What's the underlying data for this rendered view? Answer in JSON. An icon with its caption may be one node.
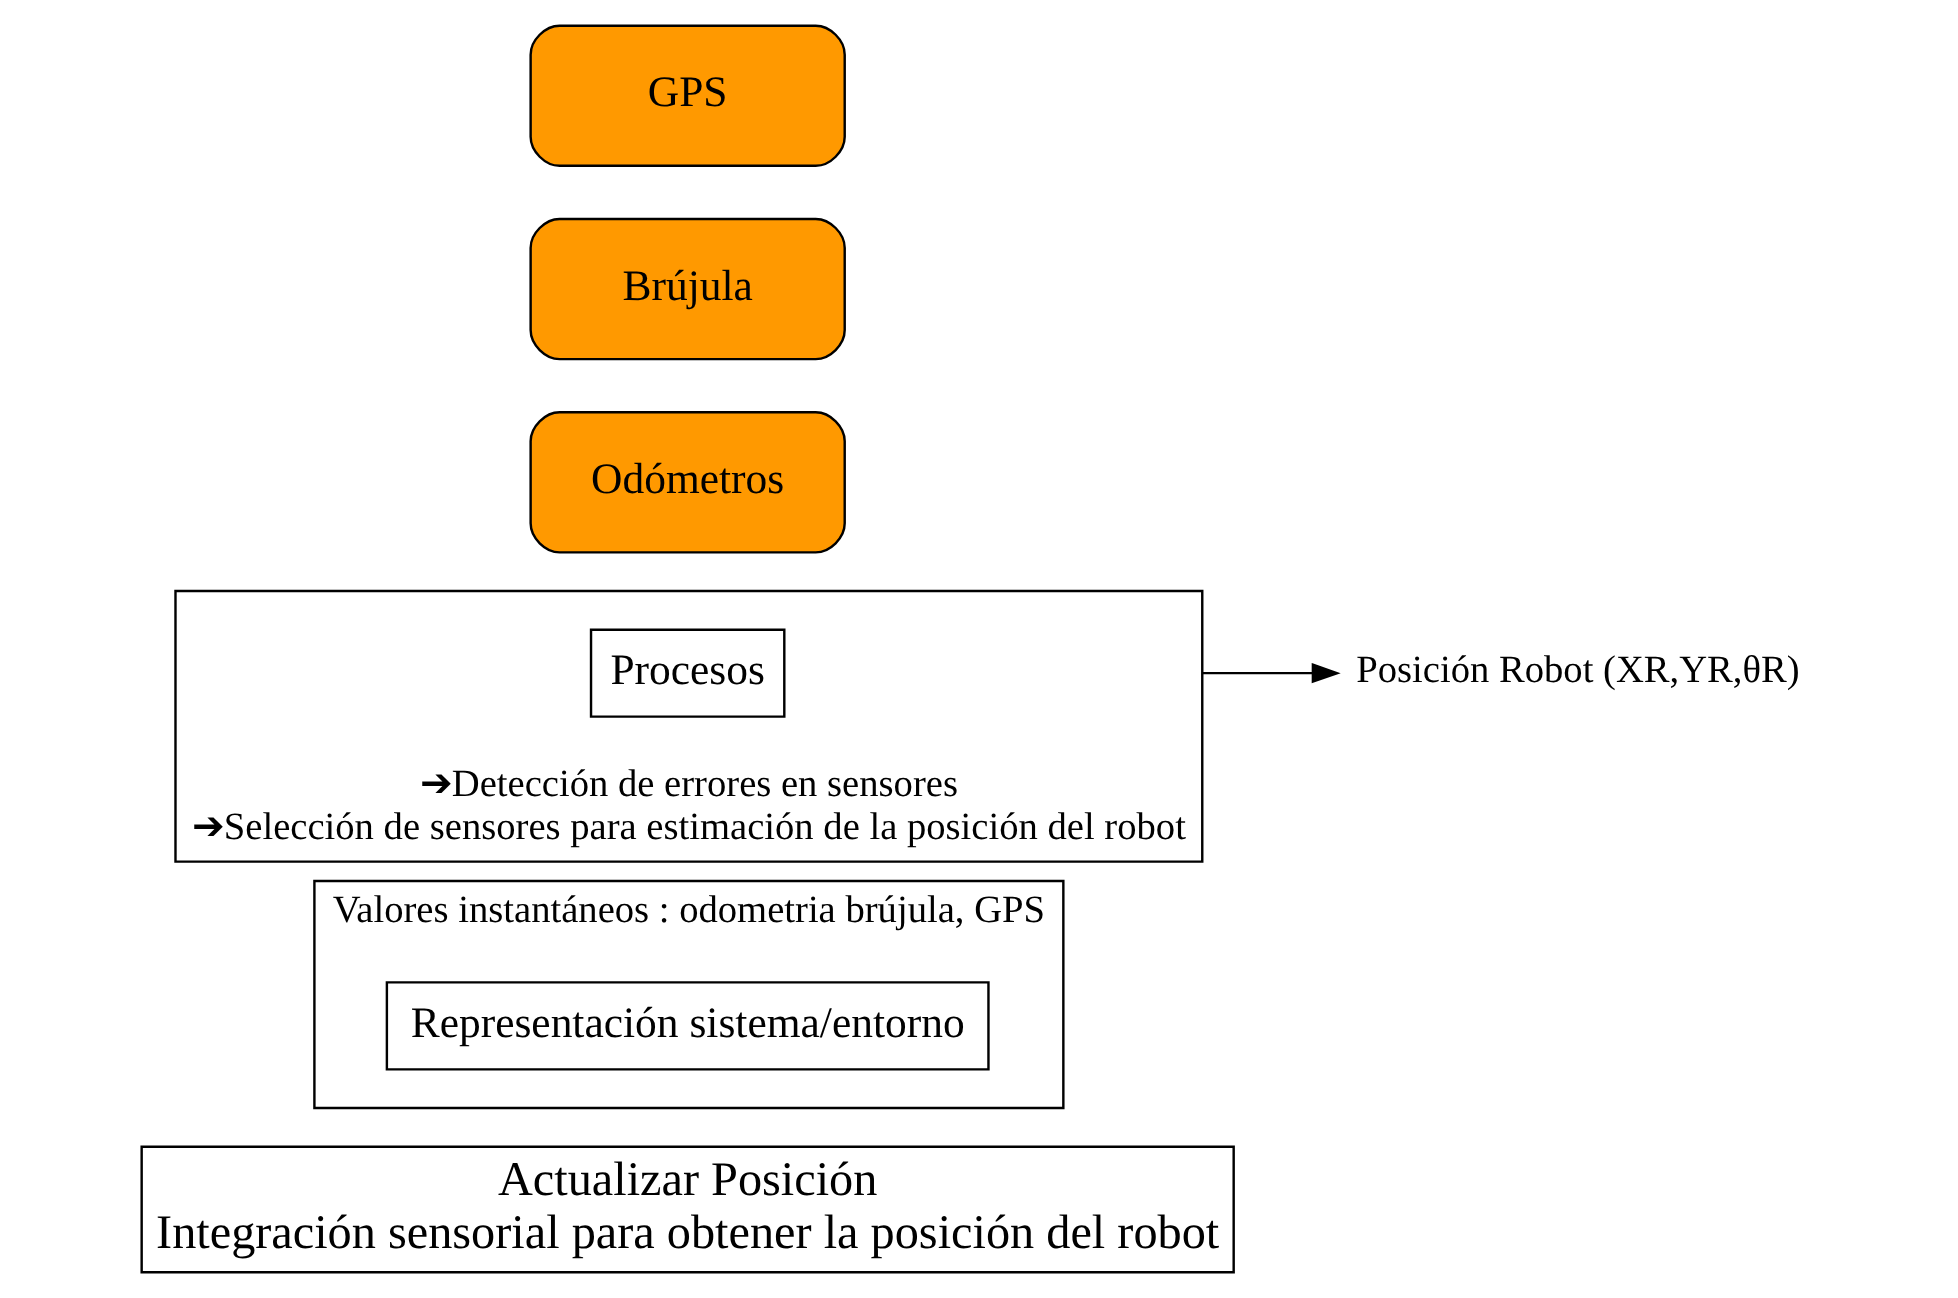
{
  "diagram": {
    "nodes": [
      {
        "text": [
          "Actualizar Posición",
          "Integración sensorial para obtener la posición del robot"
        ]
      },
      {
        "text": [
          "Valores instantáneos : odometria brújula, GPS"
        ]
      },
      {
        "text": [
          "Representación sistema/entorno"
        ],
        "in": 1
      },
      {
        "text": [
          "➔Detección de errores en sensores",
          "➔Selección de sensores para estimación de la posición del robot"
        ]
      },
      {
        "text": [
          "Procesos"
        ],
        "in": 3
      },
      {
        "text": [
          "Posición Robot (XR,YR,θR)"
        ]
      },
      {
        "text": [
          "Odómetros"
        ]
      },
      {
        "text": [
          "Brújula"
        ]
      },
      {
        "text": [
          "GPS"
        ]
      }
    ],
    "edges": [
      {
        "from": 3,
        "to": 5,
        "arrow": "to"
      }
    ]
  }
}
